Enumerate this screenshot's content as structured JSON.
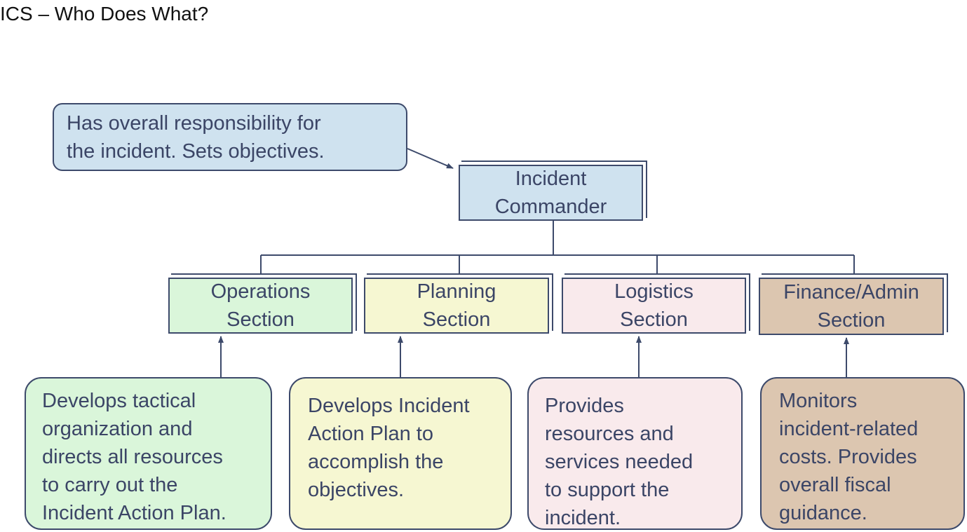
{
  "title": "ICS – Who Does What?",
  "commander": {
    "lines": [
      "Incident",
      "Commander"
    ],
    "note": [
      "Has overall responsibility for",
      "the incident.  Sets objectives."
    ],
    "color": "#cfe2ef"
  },
  "sections": [
    {
      "lines": [
        "Operations",
        "Section"
      ],
      "note": [
        "Develops tactical",
        "organization and",
        "directs all resources",
        "to carry out the",
        "Incident Action Plan."
      ],
      "color": "#daf6da"
    },
    {
      "lines": [
        "Planning",
        "Section"
      ],
      "note": [
        "Develops Incident",
        "Action Plan to",
        "accomplish the",
        "objectives."
      ],
      "color": "#f6f7d2"
    },
    {
      "lines": [
        "Logistics",
        "Section"
      ],
      "note": [
        "Provides",
        "resources and",
        "services needed",
        "to support the",
        "incident."
      ],
      "color": "#f9eaec"
    },
    {
      "lines": [
        "Finance/Admin",
        "Section"
      ],
      "note": [
        "Monitors",
        "incident-related",
        "costs.  Provides",
        "overall fiscal",
        "guidance."
      ],
      "color": "#dcc6b0"
    }
  ]
}
